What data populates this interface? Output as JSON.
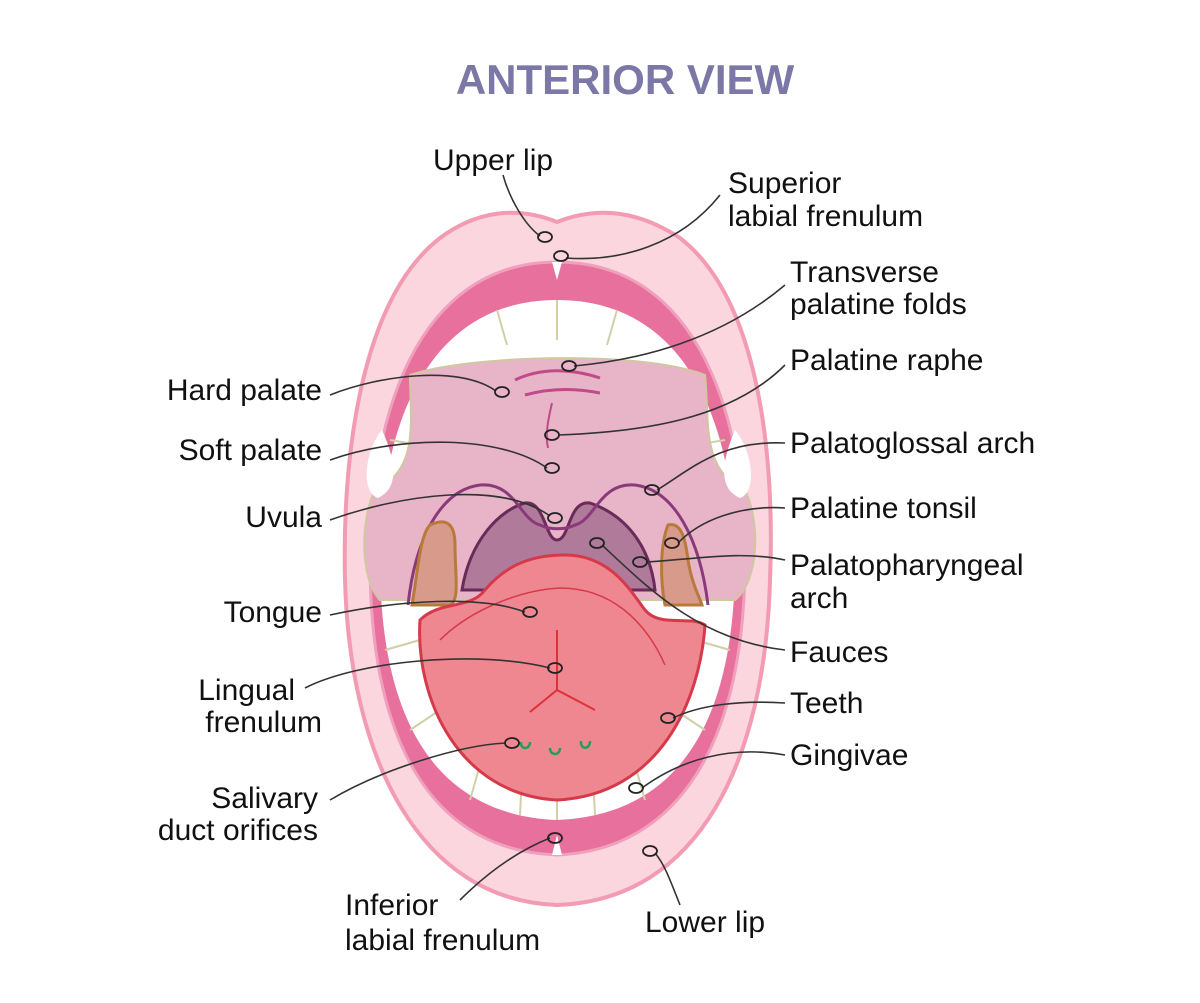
{
  "title": "ANTERIOR VIEW",
  "colors": {
    "title": "#7b78a8",
    "lip": "#fbd6de",
    "lip_stroke": "#f29bb3",
    "gum": "#e8709c",
    "palate": "#e8b4c8",
    "tongue": "#ef8790",
    "fauces": "#b07a9a",
    "tonsil": "#d89a8a",
    "arch": "#8a3a7a",
    "line": "#d63a4a",
    "salivary": "#2e9a55"
  },
  "labels": {
    "upper_lip": "Upper lip",
    "superior_labial_frenulum": [
      "Superior",
      "labial frenulum"
    ],
    "transverse_palatine_folds": [
      "Transverse",
      "palatine folds"
    ],
    "palatine_raphe": "Palatine raphe",
    "palatoglossal_arch": "Palatoglossal arch",
    "palatine_tonsil": "Palatine tonsil",
    "palatopharyngeal_arch": [
      "Palatopharyngeal",
      "arch"
    ],
    "fauces": "Fauces",
    "teeth": "Teeth",
    "gingivae": "Gingivae",
    "lower_lip": "Lower lip",
    "inferior_labial_frenulum": [
      "Inferior",
      "labial frenulum"
    ],
    "hard_palate": "Hard palate",
    "soft_palate": "Soft palate",
    "uvula": "Uvula",
    "tongue": "Tongue",
    "lingual_frenulum": [
      "Lingual",
      "frenulum"
    ],
    "salivary_duct_orifices": [
      "Salivary",
      "duct orifices"
    ]
  }
}
